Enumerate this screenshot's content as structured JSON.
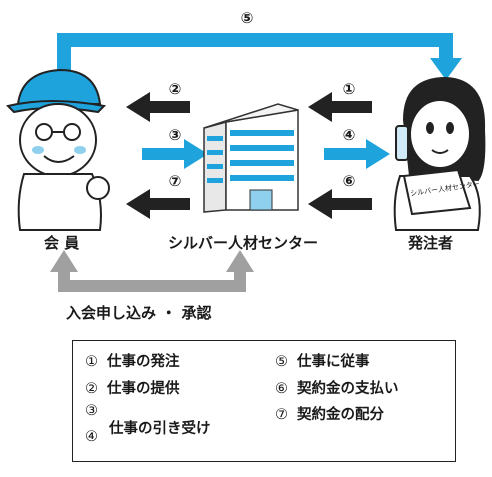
{
  "top_label": "⑤",
  "arrows": {
    "a1": "①",
    "a2": "②",
    "a3": "③",
    "a4": "④",
    "a6": "⑥",
    "a7": "⑦"
  },
  "nodes": {
    "member": "会 員",
    "center": "シルバー人材センター",
    "client": "発注者",
    "sign_text": "シルバー人材センター"
  },
  "bottom_label": "入会申し込み ・ 承認",
  "legend": [
    {
      "num": "①",
      "text": "仕事の発注"
    },
    {
      "num": "②",
      "text": "仕事の提供"
    },
    {
      "num": "③",
      "text": ""
    },
    {
      "num": "④",
      "text": ""
    },
    {
      "num": "",
      "text": "仕事の引き受け"
    },
    {
      "num": "⑤",
      "text": "仕事に従事"
    },
    {
      "num": "⑥",
      "text": "契約金の支払い"
    },
    {
      "num": "⑦",
      "text": "契約金の配分"
    }
  ],
  "colors": {
    "blue": "#1ea3dc",
    "black": "#222222",
    "gray": "#a0a0a0"
  }
}
